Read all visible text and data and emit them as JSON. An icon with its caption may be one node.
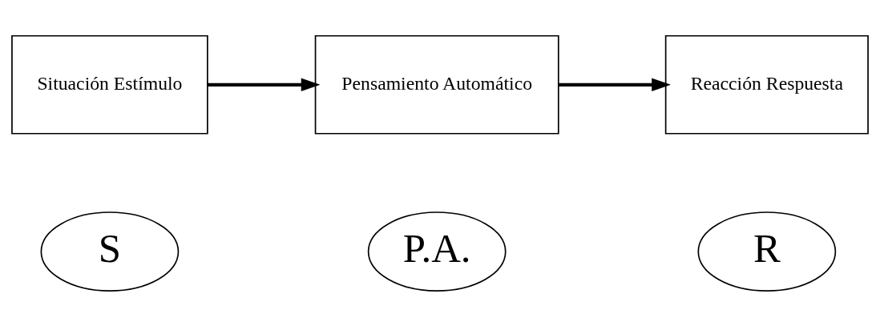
{
  "diagram": {
    "nodes": [
      {
        "text": [
          "Situación Estímulo"
        ]
      },
      {
        "text": [
          "Pensamiento Automático"
        ]
      },
      {
        "text": [
          "Reacción Respuesta"
        ]
      },
      {
        "text": [
          "S"
        ]
      },
      {
        "text": [
          "P.A."
        ]
      },
      {
        "text": [
          "R"
        ]
      }
    ],
    "edges": [
      {
        "from": 0,
        "to": 1,
        "arrow": "to"
      },
      {
        "from": 1,
        "to": 2,
        "arrow": "to"
      }
    ]
  }
}
